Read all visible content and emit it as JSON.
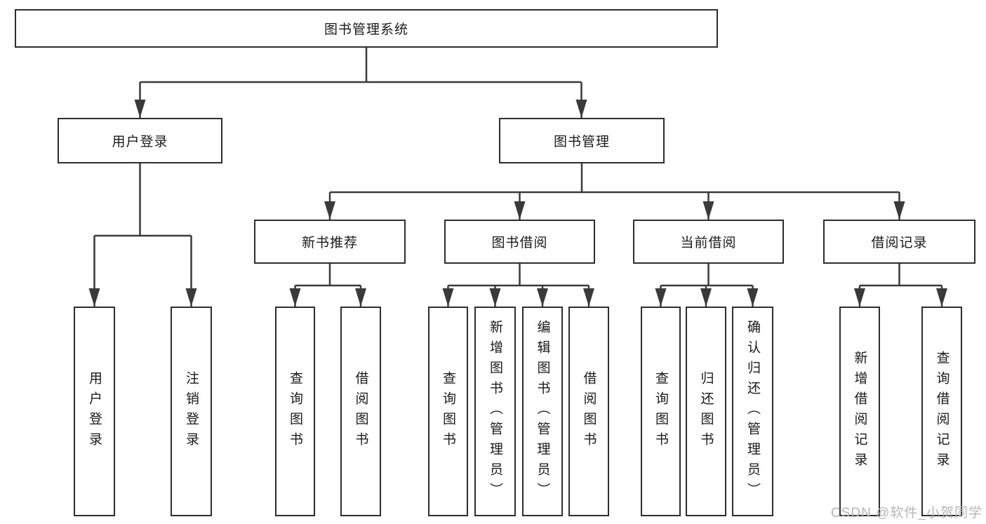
{
  "diagram_title": "图书管理系统",
  "colors": {
    "line": "#3a3a3a",
    "box_border": "#2e2e2e",
    "text": "#1a1a1a",
    "background": "#ffffff",
    "watermark_text_color": "#b6b6b8"
  },
  "nodes": {
    "root": {
      "label": "图书管理系统"
    },
    "user_login": {
      "label": "用户登录"
    },
    "book_mgmt": {
      "label": "图书管理"
    },
    "new_book_rec": {
      "label": "新书推荐"
    },
    "book_borrow": {
      "label": "图书借阅"
    },
    "current_borrow": {
      "label": "当前借阅"
    },
    "borrow_record": {
      "label": "借阅记录"
    },
    "leaf_user_login": {
      "label": "用户登录"
    },
    "leaf_logout": {
      "label": "注销登录"
    },
    "leaf_query_book_1": {
      "label": "查询图书"
    },
    "leaf_borrow_book_1": {
      "label": "借阅图书"
    },
    "leaf_query_book_2": {
      "label": "查询图书"
    },
    "leaf_add_book": {
      "label": "新增图书（管理员）"
    },
    "leaf_edit_book": {
      "label": "编辑图书（管理员）"
    },
    "leaf_borrow_book_2": {
      "label": "借阅图书"
    },
    "leaf_query_book_3": {
      "label": "查询图书"
    },
    "leaf_return_book": {
      "label": "归还图书"
    },
    "leaf_confirm_return": {
      "label": "确认归还（管理员）"
    },
    "leaf_add_record": {
      "label": "新增借阅记录"
    },
    "leaf_query_record": {
      "label": "查询借阅记录"
    }
  },
  "hierarchy": {
    "root": "图书管理系统",
    "children": [
      {
        "label": "用户登录",
        "children": [
          "用户登录",
          "注销登录"
        ]
      },
      {
        "label": "图书管理",
        "children": [
          {
            "label": "新书推荐",
            "children": [
              "查询图书",
              "借阅图书"
            ]
          },
          {
            "label": "图书借阅",
            "children": [
              "查询图书",
              "新增图书（管理员）",
              "编辑图书（管理员）",
              "借阅图书"
            ]
          },
          {
            "label": "当前借阅",
            "children": [
              "查询图书",
              "归还图书",
              "确认归还（管理员）"
            ]
          },
          {
            "label": "借阅记录",
            "children": [
              "新增借阅记录",
              "查询借阅记录"
            ]
          }
        ]
      }
    ]
  },
  "watermark": {
    "text": "CSDN @软件_小贺同学"
  }
}
